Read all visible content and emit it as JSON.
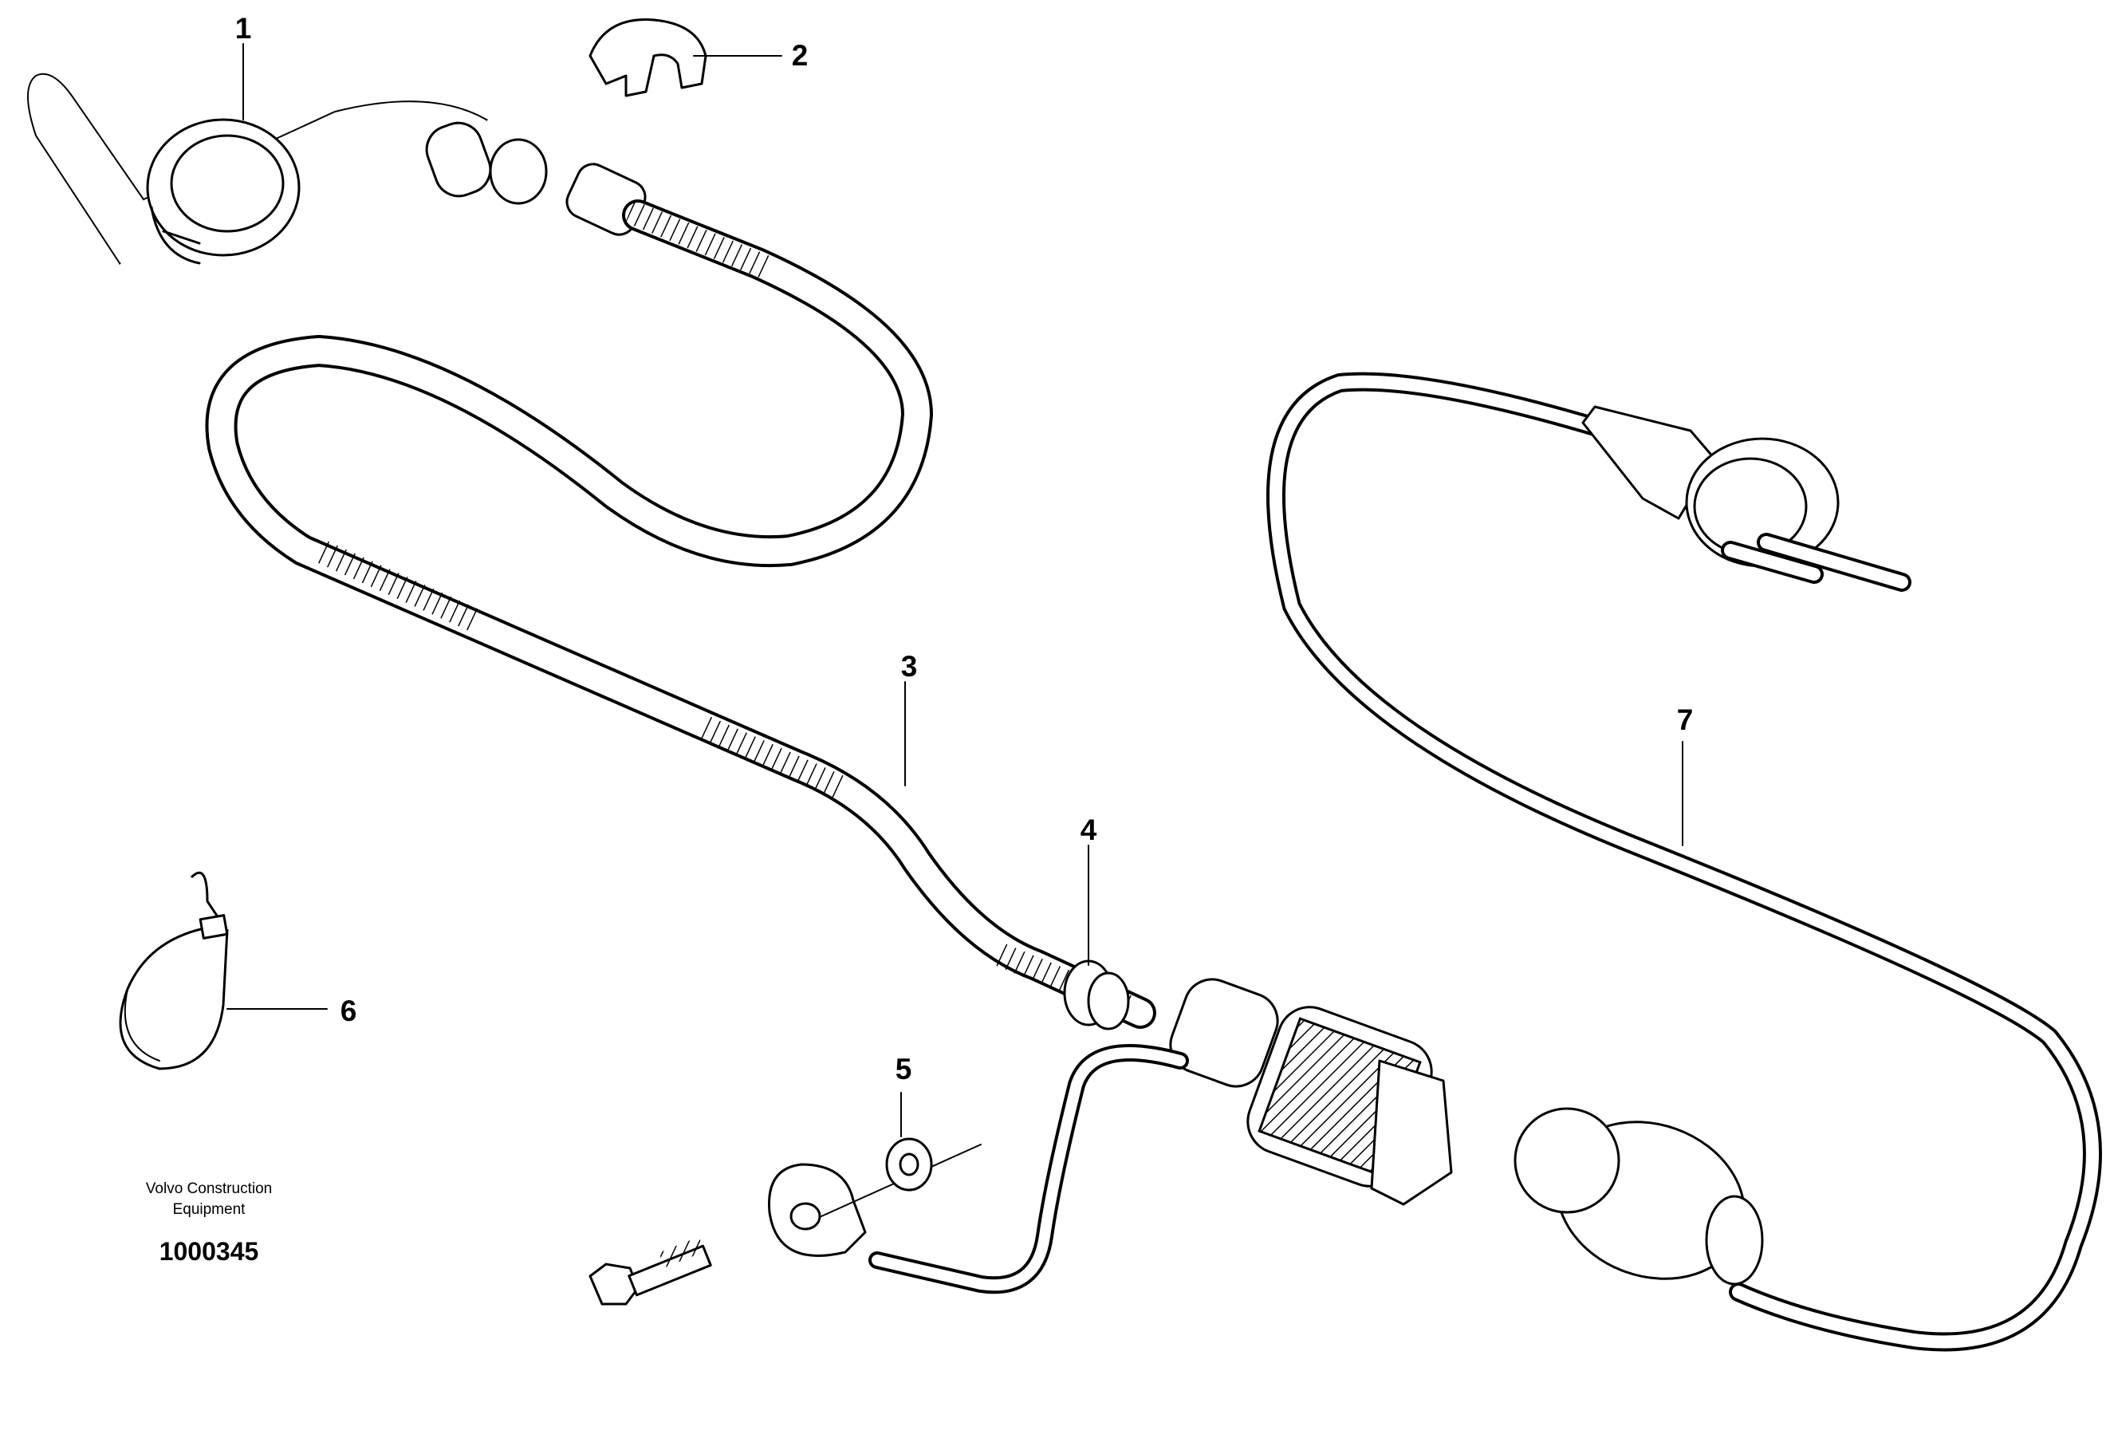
{
  "callouts": {
    "c1": "1",
    "c2": "2",
    "c3": "3",
    "c4": "4",
    "c5": "5",
    "c6": "6",
    "c7": "7"
  },
  "caption": {
    "line1": "Volvo Construction",
    "line2": "Equipment",
    "doc_number": "1000345"
  }
}
